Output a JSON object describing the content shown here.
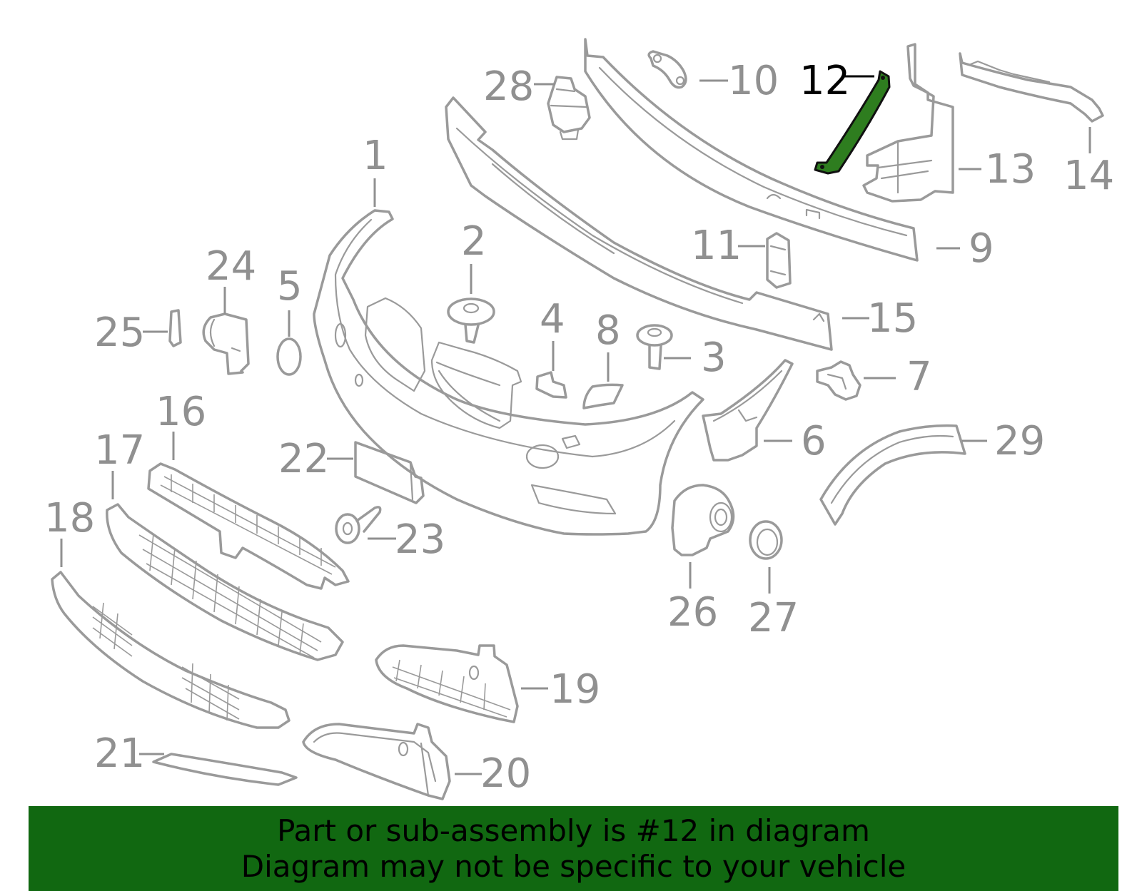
{
  "diagram": {
    "highlighted_part": "12",
    "highlight_color": "#2e7d1f",
    "callouts": [
      {
        "id": "1",
        "label": "1"
      },
      {
        "id": "2",
        "label": "2"
      },
      {
        "id": "3",
        "label": "3"
      },
      {
        "id": "4",
        "label": "4"
      },
      {
        "id": "5",
        "label": "5"
      },
      {
        "id": "6",
        "label": "6"
      },
      {
        "id": "7",
        "label": "7"
      },
      {
        "id": "8",
        "label": "8"
      },
      {
        "id": "9",
        "label": "9"
      },
      {
        "id": "10",
        "label": "10"
      },
      {
        "id": "11",
        "label": "11"
      },
      {
        "id": "12",
        "label": "12"
      },
      {
        "id": "13",
        "label": "13"
      },
      {
        "id": "14",
        "label": "14"
      },
      {
        "id": "15",
        "label": "15"
      },
      {
        "id": "16",
        "label": "16"
      },
      {
        "id": "17",
        "label": "17"
      },
      {
        "id": "18",
        "label": "18"
      },
      {
        "id": "19",
        "label": "19"
      },
      {
        "id": "20",
        "label": "20"
      },
      {
        "id": "21",
        "label": "21"
      },
      {
        "id": "22",
        "label": "22"
      },
      {
        "id": "23",
        "label": "23"
      },
      {
        "id": "24",
        "label": "24"
      },
      {
        "id": "25",
        "label": "25"
      },
      {
        "id": "26",
        "label": "26"
      },
      {
        "id": "27",
        "label": "27"
      },
      {
        "id": "28",
        "label": "28"
      },
      {
        "id": "29",
        "label": "29"
      }
    ]
  },
  "banner": {
    "line1": "Part or sub-assembly is #12 in diagram",
    "line2": "Diagram may not be specific to your vehicle",
    "background": "#116811"
  }
}
